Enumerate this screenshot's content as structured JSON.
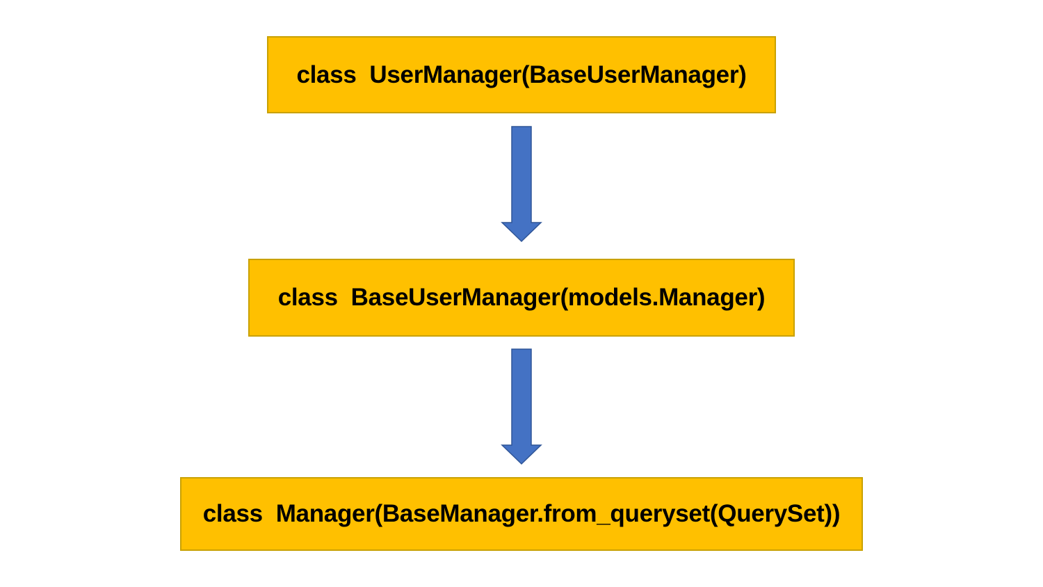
{
  "diagram": {
    "nodes": [
      {
        "id": "user-manager",
        "text": "class  UserManager(BaseUserManager)"
      },
      {
        "id": "base-user-manager",
        "text": "class  BaseUserManager(models.Manager)"
      },
      {
        "id": "manager",
        "text": "class  Manager(BaseManager.from_queryset(QuerySet))"
      }
    ],
    "edges": [
      {
        "from": "user-manager",
        "to": "base-user-manager"
      },
      {
        "from": "base-user-manager",
        "to": "manager"
      }
    ],
    "colors": {
      "node_fill": "#ffc000",
      "node_border": "#c9a100",
      "arrow_fill": "#4472c4",
      "arrow_border": "#2f5597"
    }
  }
}
